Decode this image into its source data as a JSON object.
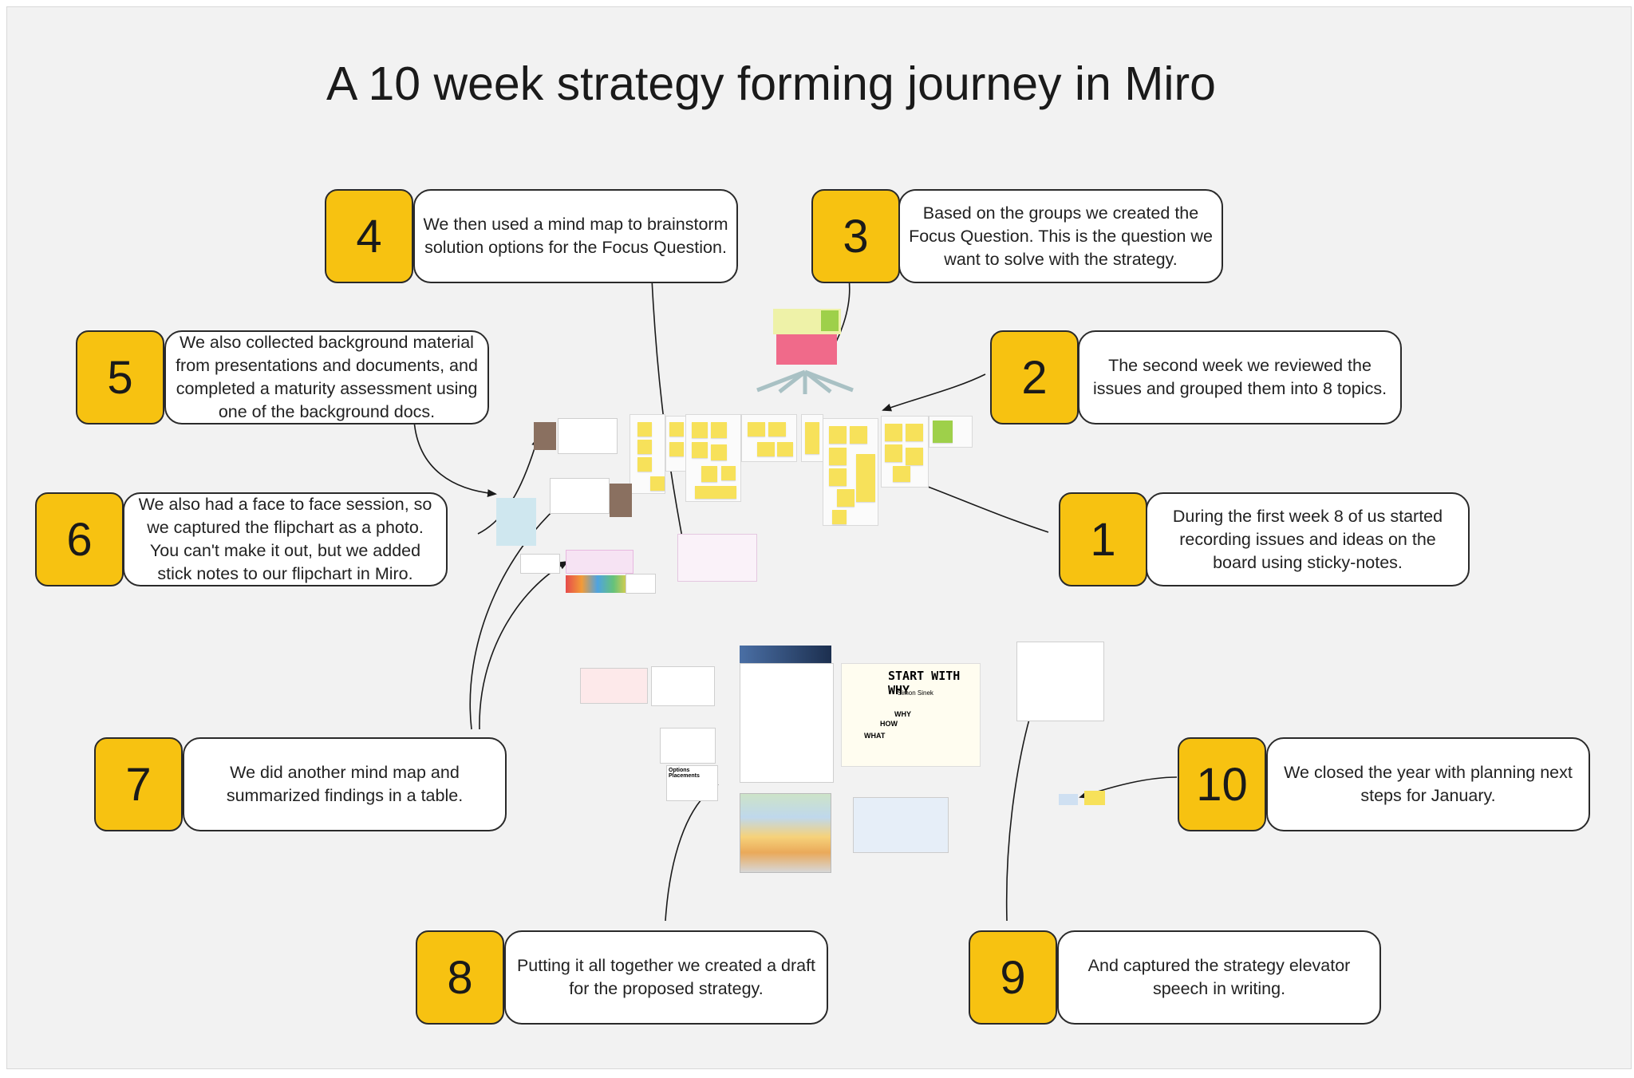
{
  "title": "A 10 week strategy forming journey in Miro",
  "colors": {
    "badge": "#f7c211",
    "sticky": "#f7e15a",
    "accent_pink": "#f06a8a",
    "accent_green": "#9ed04a"
  },
  "steps": [
    {
      "number": "1",
      "text": "During the first week 8 of us started recording issues and ideas on the board using sticky-notes."
    },
    {
      "number": "2",
      "text": "The second week we reviewed the issues and grouped them into 8 topics."
    },
    {
      "number": "3",
      "text": "Based on the groups we created the Focus Question. This is the question we want to solve with the strategy."
    },
    {
      "number": "4",
      "text": "We then used a mind map to brainstorm solution options for the Focus Question."
    },
    {
      "number": "5",
      "text": "We also collected background material from presentations and documents, and completed a maturity assessment using one of the background docs."
    },
    {
      "number": "6",
      "text": "We also had a face to face session, so we captured the flipchart as a photo. You can't make it out, but we added stick notes to our flipchart in Miro."
    },
    {
      "number": "7",
      "text": "We did another mind map and summarized findings in a table."
    },
    {
      "number": "8",
      "text": "Putting it all together we created a draft for the proposed strategy."
    },
    {
      "number": "9",
      "text": "And captured the strategy elevator speech in writing."
    },
    {
      "number": "10",
      "text": "We closed the year with planning next steps for January."
    }
  ],
  "board_content": {
    "sketchnote_title": "START WITH WHY",
    "sketchnote_author": "Simon Sinek",
    "sketchnote_words": [
      "WHAT",
      "HOW",
      "WHY"
    ],
    "options_heading": "Options Placements"
  }
}
